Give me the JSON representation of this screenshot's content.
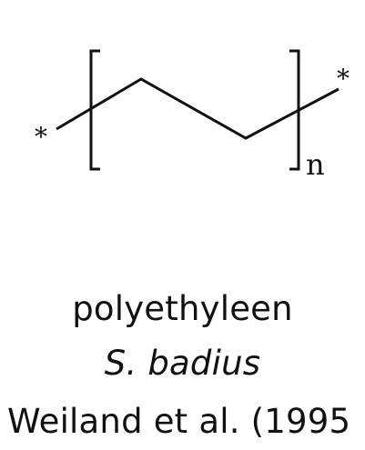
{
  "structure": {
    "end_group_left": "*",
    "end_group_right": "*",
    "repeat_subscript": "n",
    "line_color": "#111111"
  },
  "caption": {
    "polymer_name": "polyethyleen",
    "organism": "S. badius",
    "reference": "Weiland et al. (1995"
  }
}
